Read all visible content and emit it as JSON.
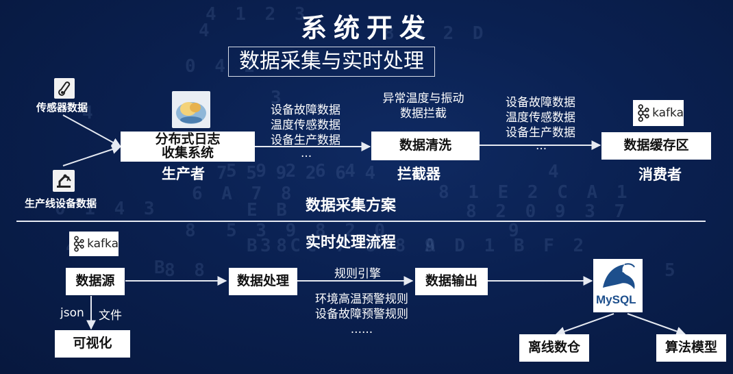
{
  "title": "系统开发",
  "subtitle": "数据采集与实时处理",
  "top": {
    "sensor_label": "传感器数据",
    "line_label": "生产线设备数据",
    "flume_box": [
      "分布式日志",
      "收集系统"
    ],
    "flume_role": "生产者",
    "flow1": [
      "设备故障数据",
      "温度传感数据",
      "设备生产数据",
      "..."
    ],
    "clean_top": [
      "异常温度与振动",
      "数据拦截"
    ],
    "clean_box": "数据清洗",
    "clean_role": "拦截器",
    "flow2": [
      "设备故障数据",
      "温度传感数据",
      "设备生产数据",
      "..."
    ],
    "kafka_text": "kafka",
    "cache_box": "数据缓存区",
    "cache_role": "消费者",
    "scheme": "数据采集方案"
  },
  "bottom": {
    "flow_title": "实时处理流程",
    "kafka_text": "kafka",
    "source_box": "数据源",
    "json_label": "json",
    "file_label": "文件",
    "viz_box": "可视化",
    "process_box": "数据处理",
    "rule_engine": "规则引擎",
    "rules": [
      "环境高温预警规则",
      "设备故障预警规则",
      "......"
    ],
    "output_box": "数据输出",
    "mysql_text": "MySQL",
    "offline_box": "离线数仓",
    "algo_box": "算法模型"
  },
  "background_digits": [
    "4 1 2 3",
    "4",
    "8 A 2 D",
    "0 4 2",
    "4",
    "3",
    "7 5 9 2 6 4",
    "5 9 2 6 4",
    "4",
    "8 1 E 2 C A 1",
    "6 A 7 8",
    "E B",
    "0 1 4 3",
    "8 2 0 9 3 7",
    "5 3 9 8 2 0",
    "9",
    "8",
    "3 C",
    "4",
    "A D 1 B F 2",
    "8 8",
    "B 8 C 7 8 8 9",
    "B",
    "5"
  ],
  "colors": {
    "background": "#0a2050",
    "box": "#ffffff",
    "arrow": "#e6eaf2",
    "mysql_blue": "#1d4f8c",
    "mysql_orange": "#e28b1a"
  }
}
